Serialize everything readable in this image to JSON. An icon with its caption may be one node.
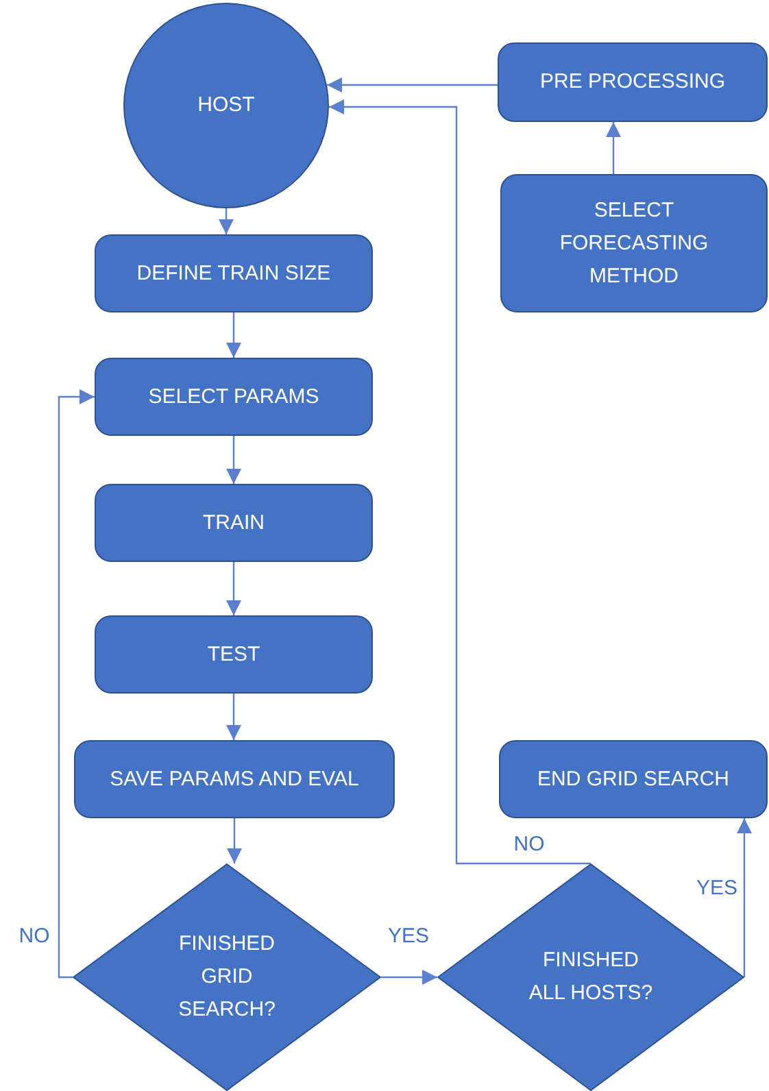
{
  "diagram": {
    "nodes": [
      {
        "text": [
          "HOST"
        ]
      },
      {
        "text": [
          "PRE PROCESSING"
        ]
      },
      {
        "text": [
          "SELECT FORECASTING METHOD"
        ]
      },
      {
        "text": [
          "DEFINE TRAIN SIZE"
        ]
      },
      {
        "text": [
          "SELECT PARAMS"
        ]
      },
      {
        "text": [
          "TRAIN"
        ]
      },
      {
        "text": [
          "TEST"
        ]
      },
      {
        "text": [
          "SAVE PARAMS AND EVAL"
        ]
      },
      {
        "text": [
          "FINISHED GRID SEARCH?"
        ]
      },
      {
        "text": [
          "END GRID SEARCH"
        ]
      },
      {
        "text": [
          "FINISHED ALL HOSTS?"
        ]
      }
    ],
    "edges": [
      {
        "from": 1,
        "to": 0,
        "arrow": "to"
      },
      {
        "from": 2,
        "to": 1,
        "arrow": "to"
      },
      {
        "from": 0,
        "to": 3,
        "arrow": "to"
      },
      {
        "from": 3,
        "to": 4,
        "arrow": "to"
      },
      {
        "from": 4,
        "to": 5,
        "arrow": "to"
      },
      {
        "from": 5,
        "to": 6,
        "arrow": "to"
      },
      {
        "from": 6,
        "to": 7,
        "arrow": "to"
      },
      {
        "from": 7,
        "to": 8,
        "arrow": "to"
      },
      {
        "from": 8,
        "to": 4,
        "arrow": "to",
        "label": "NO"
      },
      {
        "from": 8,
        "to": 10,
        "arrow": "to",
        "label": "YES"
      },
      {
        "from": 10,
        "to": 0,
        "arrow": "to",
        "label": "NO"
      },
      {
        "from": 10,
        "to": 9,
        "arrow": "to",
        "label": "YES"
      }
    ]
  }
}
